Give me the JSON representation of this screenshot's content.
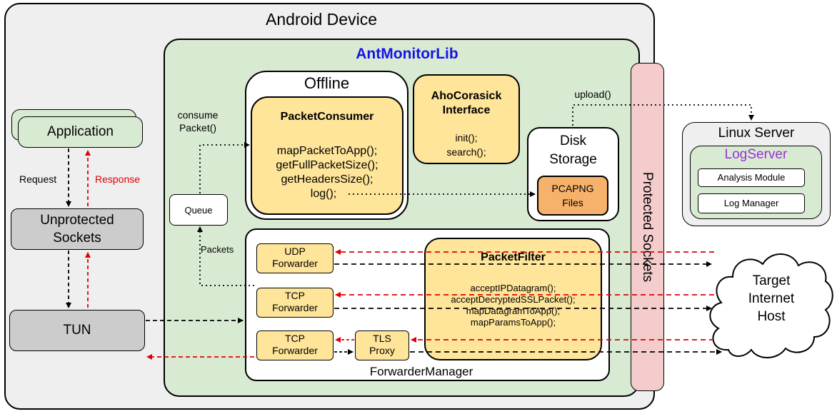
{
  "android_device": {
    "title": "Android Device"
  },
  "lib": {
    "title": "AntMonitorLib",
    "title_color": "#1414e6"
  },
  "offline": {
    "title": "Offline"
  },
  "packet_consumer": {
    "title": "PacketConsumer",
    "methods": [
      "mapPacketToApp();",
      "getFullPacketSize();",
      "getHeadersSize();",
      "log();"
    ]
  },
  "aho": {
    "title_lines": [
      "AhoCorasick",
      "Interface"
    ],
    "methods": [
      "init();",
      "search();"
    ]
  },
  "disk_storage": {
    "title_lines": [
      "Disk",
      "Storage"
    ]
  },
  "pcapng": {
    "lines": [
      "PCAPNG",
      "Files"
    ]
  },
  "labels": {
    "consume": [
      "consume",
      "Packet()"
    ],
    "upload": "upload()",
    "packets": "Packets",
    "request": "Request",
    "response": "Response"
  },
  "queue": {
    "label": "Queue"
  },
  "application": {
    "label": "Application"
  },
  "unprotected": {
    "lines": [
      "Unprotected",
      "Sockets"
    ]
  },
  "tun": {
    "label": "TUN"
  },
  "forwarder_manager": {
    "label": "ForwarderManager",
    "udp": [
      "UDP",
      "Forwarder"
    ],
    "tcp1": [
      "TCP",
      "Forwarder"
    ],
    "tcp2": [
      "TCP",
      "Forwarder"
    ],
    "tls": [
      "TLS",
      "Proxy"
    ]
  },
  "packet_filter": {
    "title": "PacketFilter",
    "methods": [
      "acceptIPDatagram();",
      "acceptDecryptedSSLPacket();",
      "mapDatagramToApp();",
      "mapParamsToApp();"
    ]
  },
  "protected_sockets": {
    "label": "Protected Sockets"
  },
  "linux_server": {
    "title": "Linux Server",
    "logserver": "LogServer",
    "logserver_color": "#9b30d9",
    "analysis": "Analysis Module",
    "log_manager": "Log Manager"
  },
  "target": {
    "lines": [
      "Target",
      "Internet",
      "Host"
    ]
  },
  "colors": {
    "device_bg": "#efefef",
    "lib_bg": "#d9ead3",
    "yellow": "#ffe599",
    "orange": "#f6b26b",
    "gray": "#cccccc",
    "pink": "#f4cccc",
    "response_red": "#e00000"
  }
}
